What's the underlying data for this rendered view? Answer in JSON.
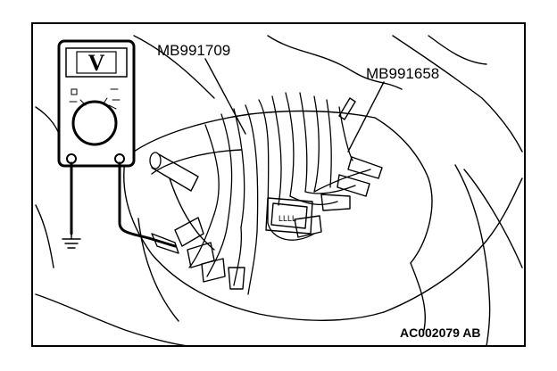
{
  "labels": {
    "tool_a": "MB991709",
    "tool_b": "MB991658",
    "figure_id": "AC002079 AB",
    "meter_display": "V",
    "connector_mark": "LLLL"
  }
}
